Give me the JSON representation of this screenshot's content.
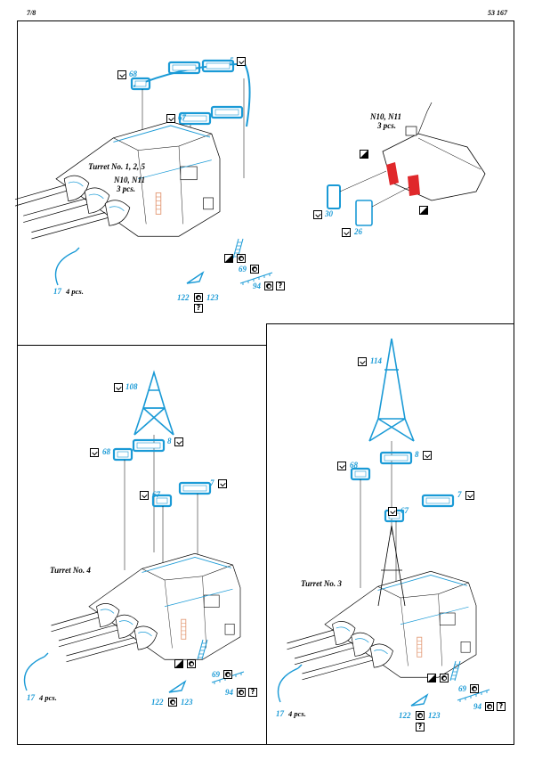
{
  "header": {
    "page": "7/8",
    "code": "53 167"
  },
  "colors": {
    "photoetch": "#1a9ad6",
    "red_part": "#e0282b",
    "line": "#000000",
    "copper": "#e39a76"
  },
  "icons": {
    "fold": "fold-icon",
    "paint": "paint-icon",
    "shade": "half-shade-icon",
    "question": "?"
  },
  "panel_a": {
    "title_1": "Turret No. 1, 2, 5",
    "title_2": "N10, N11",
    "title_3": "3 pcs.",
    "p68": "68",
    "p5": "5",
    "p67": "67",
    "p69": "69",
    "p94": "94",
    "p122": "122",
    "p123": "123",
    "p17": "17",
    "pcs17": "4 pcs."
  },
  "panel_b": {
    "title_1": "N10, N11",
    "title_2": "3 pcs.",
    "p30": "30",
    "p26": "26"
  },
  "panel_c": {
    "title": "Turret No. 4",
    "p108": "108",
    "p68": "68",
    "p8": "8",
    "p67": "67",
    "p7": "7",
    "p69": "69",
    "p94": "94",
    "p122": "122",
    "p123": "123",
    "p17": "17",
    "pcs17": "4 pcs."
  },
  "panel_d": {
    "title": "Turret No. 3",
    "p114": "114",
    "p68": "68",
    "p8": "8",
    "p67": "67",
    "p7": "7",
    "p69": "69",
    "p94": "94",
    "p122": "122",
    "p123": "123",
    "p17": "17",
    "pcs17": "4 pcs."
  },
  "q": "?"
}
